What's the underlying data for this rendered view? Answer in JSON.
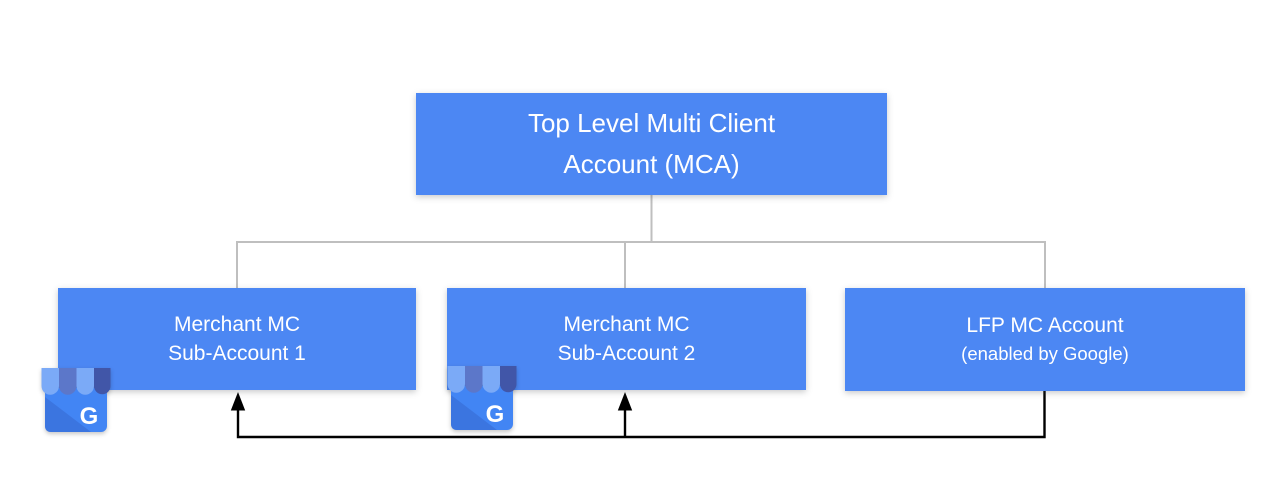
{
  "diagram": {
    "type": "org-chart",
    "nodes": {
      "mca": {
        "line1": "Top Level Multi Client",
        "line2": "Account (MCA)"
      },
      "sub1": {
        "line1": "Merchant MC",
        "line2": "Sub-Account 1"
      },
      "sub2": {
        "line1": "Merchant MC",
        "line2": "Sub-Account 2"
      },
      "lfp": {
        "line1": "LFP MC Account",
        "line2": "(enabled by Google)"
      }
    },
    "edges": {
      "tree": [
        "mca -> sub1",
        "mca -> sub2",
        "mca -> lfp"
      ],
      "flow": [
        "lfp -> sub1",
        "lfp -> sub2"
      ]
    },
    "icons": {
      "gmb": {
        "name": "google-my-business-icon",
        "letter": "G"
      }
    },
    "colors": {
      "node_fill": "#4C87F3",
      "node_text": "#FFFFFF",
      "tree_connector": "#BFBFBF",
      "flow_connector": "#000000",
      "gmb_body": "#4285F4",
      "gmb_fold": "#3A70D9",
      "gmb_stripe_light": "#7BAAF7",
      "gmb_stripe_medium": "#5C77C9",
      "gmb_stripe_dark": "#4156A8"
    }
  }
}
